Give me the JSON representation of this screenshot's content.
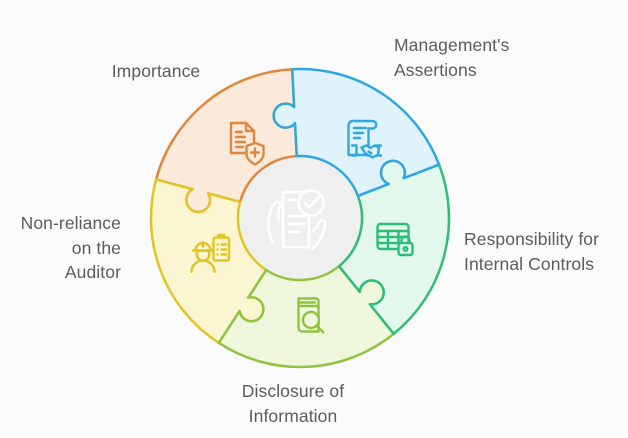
{
  "background": "#fbfbfb",
  "text_color": "#5b5c5e",
  "diagram": {
    "type": "puzzle-wheel",
    "segment_count": 5
  },
  "center": {
    "icon": "hands-document-check-icon",
    "fill": "#efefef",
    "icon_color": "#ffffff"
  },
  "draw_order": [
    0,
    4,
    3,
    2,
    1
  ],
  "segments": [
    {
      "id": "importance",
      "label": "Importance",
      "label_lines": [
        "Importance"
      ],
      "icon": "document-shield-plus-icon",
      "stroke": "#e0873f",
      "fill": "#fbe9da",
      "start_angle": 285,
      "end_angle": 357
    },
    {
      "id": "assertions",
      "label": "Management's Assertions",
      "label_lines": [
        "Management's",
        "Assertions"
      ],
      "icon": "scroll-handshake-icon",
      "stroke": "#2fa7e0",
      "fill": "#e0f2fb",
      "start_angle": -3,
      "end_angle": 69
    },
    {
      "id": "controls",
      "label": "Responsibility for Internal Controls",
      "label_lines": [
        "Responsibility for",
        "Internal Controls"
      ],
      "icon": "table-lock-icon",
      "stroke": "#2dbe7a",
      "fill": "#e3f7ec",
      "start_angle": 69,
      "end_angle": 141
    },
    {
      "id": "disclosure",
      "label": "Disclosure of Information",
      "label_lines": [
        "Disclosure of",
        "Information"
      ],
      "icon": "book-magnifier-icon",
      "stroke": "#8fc340",
      "fill": "#eff7dc",
      "start_angle": 141,
      "end_angle": 213
    },
    {
      "id": "auditor",
      "label": "Non-reliance on the Auditor",
      "label_lines": [
        "Non-reliance",
        "on the",
        "Auditor"
      ],
      "icon": "worker-checklist-icon",
      "stroke": "#e2c427",
      "fill": "#fbf5d1",
      "start_angle": 213,
      "end_angle": 285
    }
  ]
}
